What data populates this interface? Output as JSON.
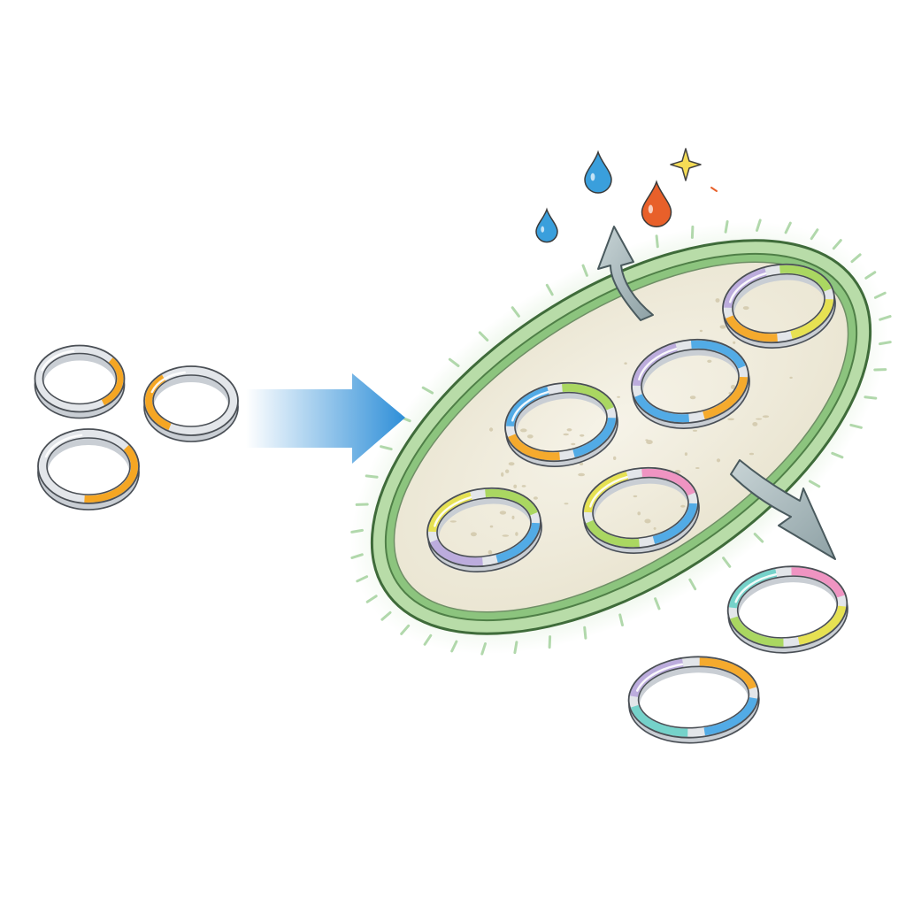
{
  "scene": {
    "background": "#ffffff"
  },
  "colors": {
    "ring_base": "#e3e6ea",
    "ring_outline": "#4a4f55",
    "orange": "#f5a623",
    "blue": "#4aa8e6",
    "green": "#a6d65a",
    "yellow": "#e6e04a",
    "pink": "#ef8fc0",
    "lavender": "#b9a9dc",
    "teal": "#6fd1c8",
    "cell_wall": "#8cc47e",
    "cell_wall_outline": "#3f6b3a",
    "cytoplasm": "#f2eee0",
    "arrow_blue": "#2f8fd8",
    "arrow_grey": "#9fb0b4",
    "drop_blue": "#3a9fdc",
    "drop_orange": "#e8602a",
    "sparkle": "#f0d040"
  },
  "free_plasmids": [
    {
      "segments": [
        "orange"
      ]
    },
    {
      "segments": [
        "orange"
      ]
    },
    {
      "segments": [
        "orange"
      ]
    }
  ],
  "internal_plasmids": [
    {
      "segments": [
        "green",
        "blue",
        "orange",
        "blue"
      ]
    },
    {
      "segments": [
        "blue",
        "orange",
        "blue",
        "lavender"
      ]
    },
    {
      "segments": [
        "green",
        "yellow",
        "orange",
        "lavender"
      ]
    },
    {
      "segments": [
        "green",
        "blue",
        "lavender",
        "yellow"
      ]
    },
    {
      "segments": [
        "pink",
        "blue",
        "green",
        "yellow"
      ]
    }
  ],
  "released_plasmids": [
    {
      "segments": [
        "pink",
        "yellow",
        "green",
        "teal"
      ]
    },
    {
      "segments": [
        "orange",
        "blue",
        "teal",
        "lavender"
      ]
    }
  ],
  "icons": {
    "uptake_arrow": "arrow-right-icon",
    "efflux_arrow_top": "curved-arrow-up-icon",
    "efflux_arrow_right": "curved-arrow-right-icon",
    "drops": "droplet-icon",
    "sparkle": "sparkle-icon"
  }
}
